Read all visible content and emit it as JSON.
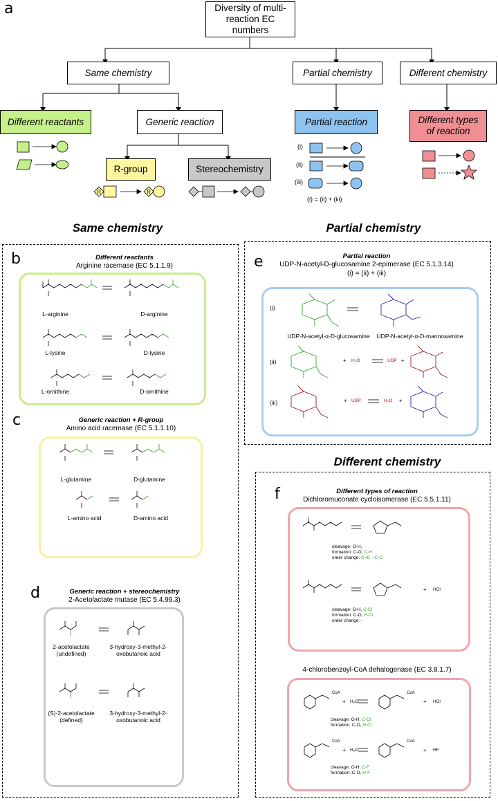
{
  "panel_letters": {
    "a": "a",
    "b": "b",
    "c": "c",
    "d": "d",
    "e": "e",
    "f": "f"
  },
  "tree": {
    "root": "Diversity of multi-reaction EC numbers",
    "same": "Same chemistry",
    "partial": "Partial chemistry",
    "different": "Different chemistry",
    "different_reactants": "Different reactants",
    "generic_reaction": "Generic reaction",
    "partial_reaction": "Partial reaction",
    "different_types": "Different types of reaction",
    "r_group": "R-group",
    "stereochemistry": "Stereochemistry",
    "r_symbol": "R",
    "partial_rows": [
      "(i)",
      "(ii)",
      "(iii)"
    ],
    "partial_eq": "(i) = (ii) + (iii)"
  },
  "colors": {
    "green": "#c6f08a",
    "yellow": "#fff7a0",
    "gray": "#c8c8c8",
    "blue": "#8fc3ef",
    "red": "#f08f93",
    "green_border": "#c8ee8a",
    "yellow_border": "#f7f29a",
    "gray_border": "#c9c9c9",
    "blue_border": "#a9cdf2",
    "red_border": "#f0a5a7"
  },
  "sections": {
    "same": "Same chemistry",
    "partial": "Partial chemistry",
    "different": "Different chemistry"
  },
  "panel_b": {
    "header": "Different reactants",
    "enzyme": "Arginine racemase (EC 5.1.1.9)",
    "pairs": [
      [
        "L-arginine",
        "D-arginine"
      ],
      [
        "L-lysine",
        "D-lysine"
      ],
      [
        "L-ornithine",
        "D-ornithine"
      ]
    ]
  },
  "panel_c": {
    "header": "Generic reaction + R-group",
    "enzyme": "Amino acid racemase (EC 5.1.1.10)",
    "pairs": [
      [
        "L-glutamine",
        "D-glutamine"
      ],
      [
        "L-amino acid",
        "D-amino acid"
      ]
    ]
  },
  "panel_d": {
    "header": "Generic reaction + stereochemistry",
    "enzyme": "2-Acetolactate mutase (EC 5.4.99.3)",
    "pairs": [
      [
        "2-acetolactate\n(undefined)",
        "3-hydroxy-3-methyl-2-\noxobutanoic acid"
      ],
      [
        "(S)-2-acetolactate\n(defined)",
        "3-hydroxy-3-methyl-2-\noxobutanoic acid"
      ]
    ]
  },
  "panel_e": {
    "header": "Partial reaction",
    "enzyme": "UDP-N-acetyl-D-glucosamine 2-epimerase (EC 5.1.3.14)",
    "equation": "(i) = (ii) + (iii)",
    "rows": [
      "(i)",
      "(ii)",
      "(iii)"
    ],
    "names": [
      "UDP-N-acetyl-α-D-glucosamine",
      "UDP-N-acetyl-α-D-mannosamine"
    ],
    "h2o": "H₂O",
    "udp": "UDP",
    "plus": "+"
  },
  "panel_f": {
    "header": "Different types of reaction",
    "enzyme1": "Dichloromuconate cycloisomerase (EC 5.5.1.11)",
    "r1": {
      "cleavage": "cleavage: O-H,",
      "cleavage_g": "C-H",
      "formation": "formation: C-O,",
      "formation_g": "C-H",
      "order": "order change:",
      "order_g": "C=C→C-C"
    },
    "r2": {
      "cleavage": "cleavage: O-H,",
      "cleavage_g": "C-Cl",
      "formation": "formation: C-O,",
      "formation_g": "H-Cl",
      "order": "order change: -"
    },
    "hcl": "HCl",
    "enzyme2": "4-chlorobenzoyl-CoA dehalogenase (EC 3.8.1.7)",
    "r3": {
      "cleavage": "cleavage: O-H,",
      "cleavage_g": "C-Cl",
      "formation": "formation: C-O,",
      "formation_g": "H-Cl"
    },
    "r4": {
      "cleavage": "cleavage: O-H,",
      "cleavage_g": "C-F",
      "formation": "formation: C-O,",
      "formation_g": "H-F"
    },
    "hf": "HF",
    "coa": "CoA"
  }
}
